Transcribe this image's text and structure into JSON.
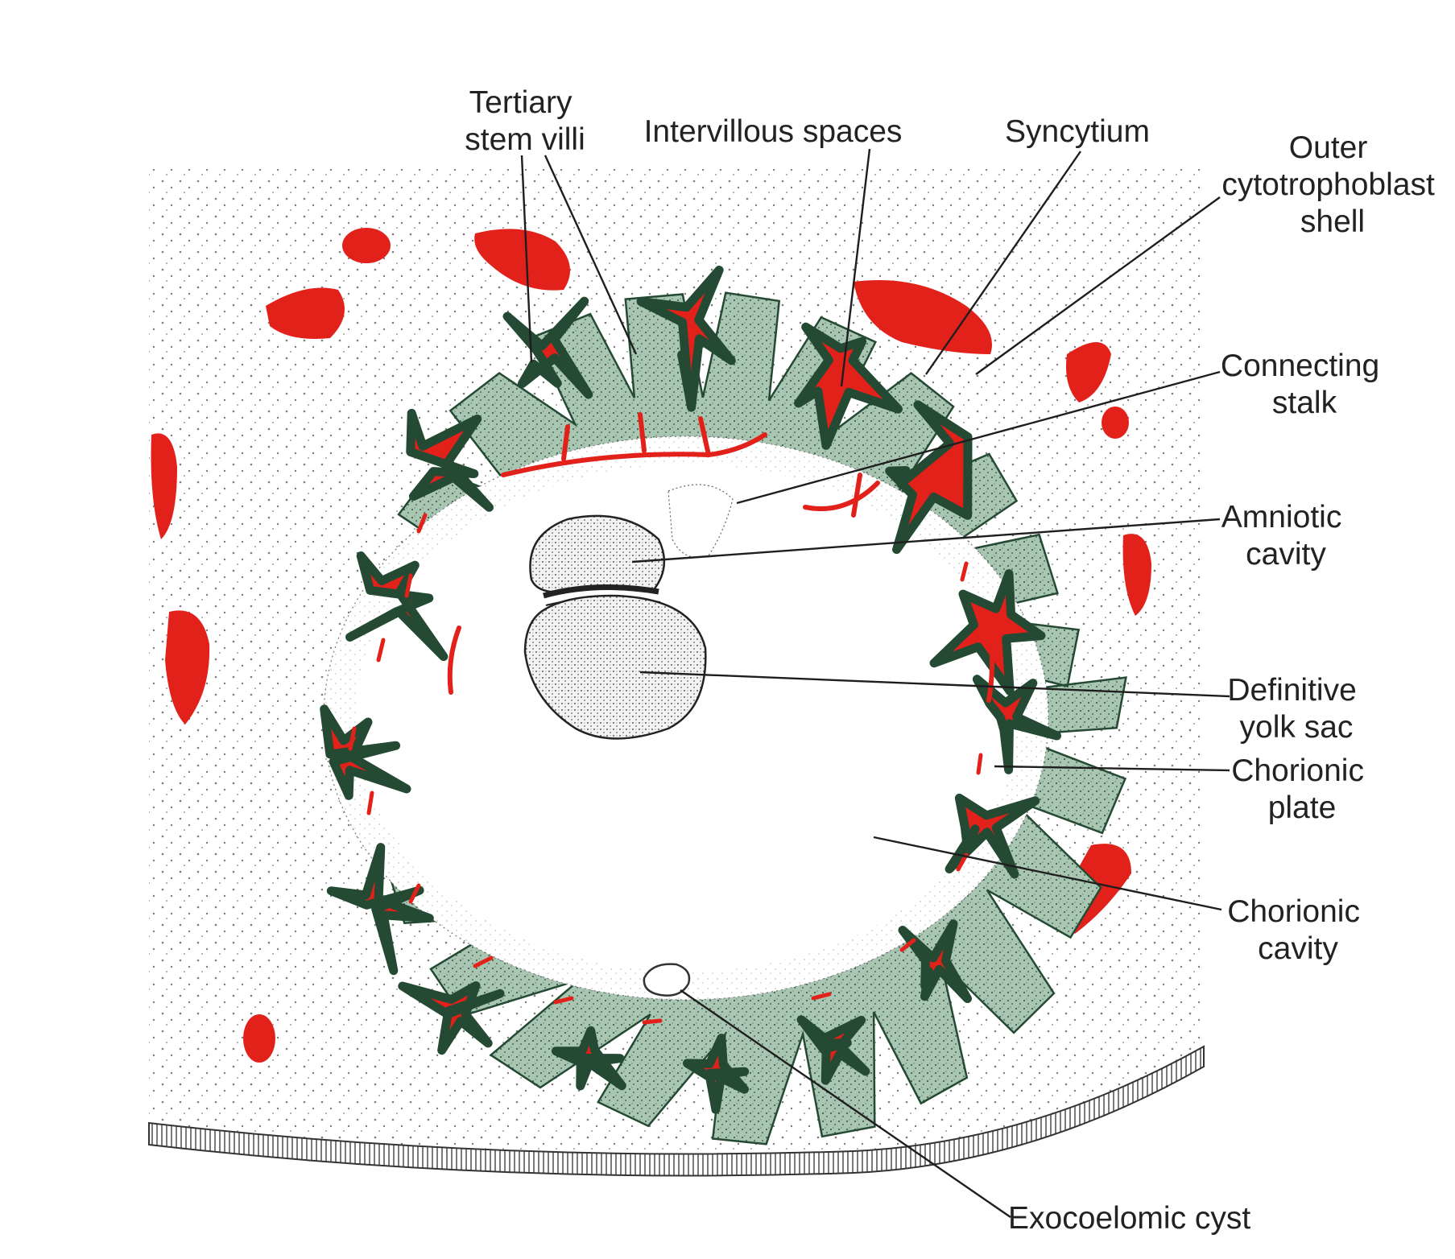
{
  "labels": {
    "tertiary_stem_villi": [
      "Tertiary",
      "stem villi"
    ],
    "intervillous_spaces": [
      "Intervillous spaces"
    ],
    "syncytium": [
      "Syncytium"
    ],
    "outer_cytotrophoblast_shell": [
      "Outer",
      "cytotrophoblast",
      "shell"
    ],
    "connecting_stalk": [
      "Connecting",
      "stalk"
    ],
    "amniotic_cavity": [
      "Amniotic",
      "cavity"
    ],
    "definitive_yolk_sac": [
      "Definitive",
      "yolk sac"
    ],
    "chorionic_plate": [
      "Chorionic",
      "plate"
    ],
    "chorionic_cavity": [
      "Chorionic",
      "cavity"
    ],
    "exocoelomic_cyst": [
      "Exocoelomic cyst"
    ]
  },
  "colors": {
    "blood": "#e3211b",
    "trophoblast": "#a9c6b2",
    "syncytium": "#2b5e40",
    "decidua_dots": "#7c7c7c",
    "mesoderm_dots": "#555555",
    "text": "#222222"
  }
}
